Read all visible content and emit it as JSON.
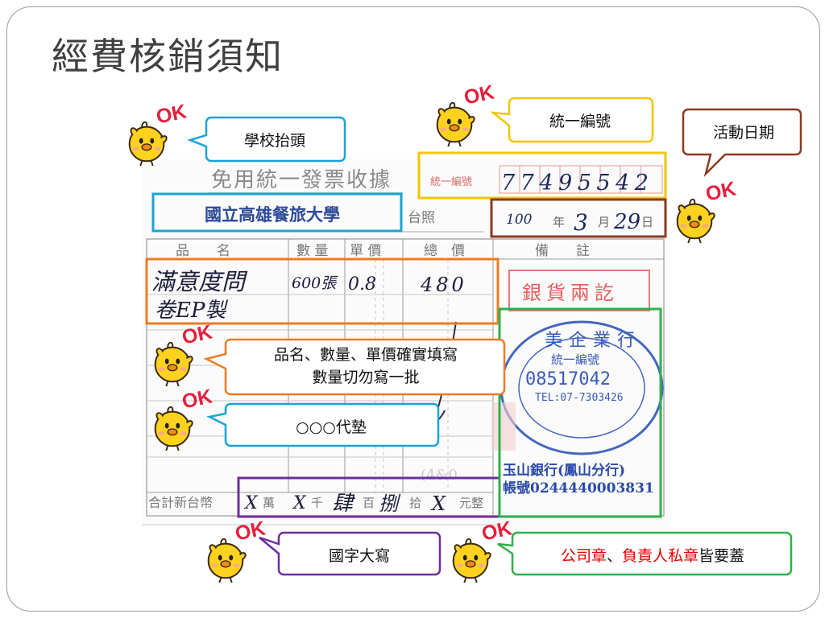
{
  "slide": {
    "title": "經費核銷須知"
  },
  "receipt": {
    "header": "免用統一發票收據",
    "buyer_name": "國立高雄餐旅大學",
    "buyer_suffix": "台照",
    "tax_id_label": "統一編號",
    "tax_id_value": "77495542",
    "date_year": "100",
    "date_year_label": "年",
    "date_month": "3",
    "date_month_label": "月",
    "date_day": "29",
    "date_day_label": "日",
    "columns": [
      "品　　名",
      "數 量",
      "單 價",
      "總　價",
      "備　　註"
    ],
    "item_name_line1": "滿意度問",
    "item_name_line2": "卷EP製",
    "item_qty": "600張",
    "item_price": "0.8",
    "item_total": "480",
    "note_stamp": "銀貨兩訖",
    "total_label": "合計新台幣",
    "amount_parts": [
      {
        "digit": "X",
        "unit": "萬"
      },
      {
        "digit": "X",
        "unit": "千"
      },
      {
        "digit": "肆",
        "unit": "百"
      },
      {
        "digit": "捌",
        "unit": "拾"
      },
      {
        "digit": "X",
        "unit": "元整"
      }
    ],
    "company_stamp": {
      "company": "美企業行",
      "tax_id_label": "統一編號",
      "tax_id": "08517042",
      "tel": "TEL:07-7303426"
    },
    "bank_line1": "玉山銀行(鳳山分行)",
    "bank_line2": "帳號0244440003831"
  },
  "callouts": {
    "school_header": "學校抬頭",
    "tax_id": "統一編號",
    "activity_date": "活動日期",
    "items_line1": "品名、數量、單價確實填寫",
    "items_line2": "數量切勿寫一批",
    "advance": "○○○代墊",
    "chinese_numerals": "國字大寫",
    "stamps_part1": "公司章",
    "stamps_part2": "、",
    "stamps_part3": "負責人私章",
    "stamps_part4": "皆要蓋"
  },
  "ok_label": "OK",
  "colors": {
    "blue": "#1aa3d6",
    "yellow": "#f2c600",
    "brown": "#8b3a1e",
    "orange": "#ef7b22",
    "purple": "#6d2f9b",
    "green": "#2fb04a",
    "ok_red": "#e61f3c",
    "chick": "#ffd21f"
  },
  "icons": [
    "chick-mascot-icon"
  ]
}
